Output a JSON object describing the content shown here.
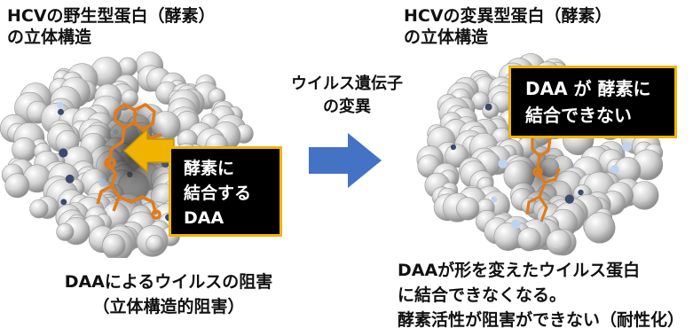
{
  "left": {
    "title_line1": "HCVの野生型蛋白（酵素）",
    "title_line2": "の立体構造",
    "callout": [
      "酵素に",
      "結合する",
      "DAA"
    ],
    "caption_line1": "DAAによるウイルスの阻害",
    "caption_line2": "（立体構造的阻害）"
  },
  "center": {
    "label_line1": "ウイルス遺伝子",
    "label_line2": "の変異"
  },
  "right": {
    "title_line1": "HCVの変異型蛋白（酵素）",
    "title_line2": "の立体構造",
    "callout": [
      "DAA が 酵素に",
      "結合できない"
    ],
    "caption_line1": "DAAが形を変えたウイルス蛋白",
    "caption_line2": "に結合できなくなる。",
    "caption_line3": "酵素活性が阻害ができない（耐性化）"
  },
  "colors": {
    "arrow": "#4472c4",
    "callout_border": "#f0b400",
    "drug_molecule": "#e07b1a",
    "protein_sphere": "#c8c8c8"
  }
}
